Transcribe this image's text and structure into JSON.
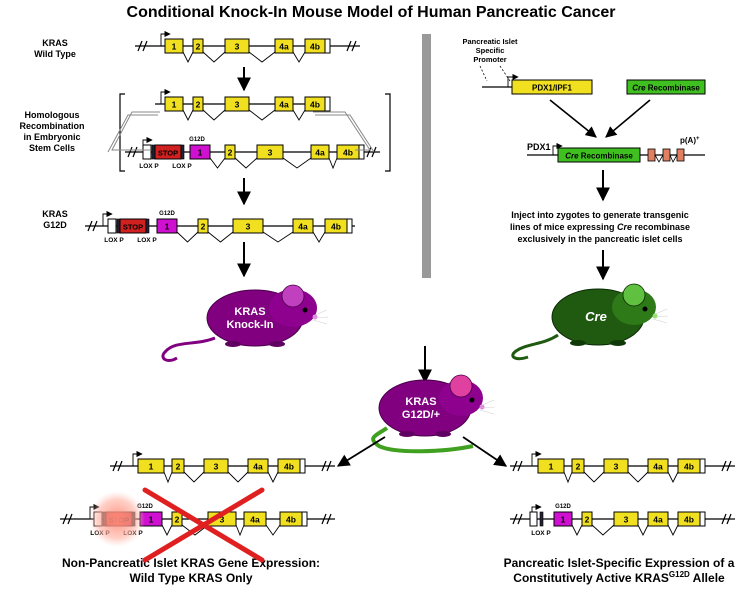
{
  "title": "Conditional Knock-In Mouse Model of Human Pancreatic Cancer",
  "labels": {
    "kras_wild_type": [
      "KRAS",
      "Wild Type"
    ],
    "homologous_recombination": [
      "Homologous",
      "Recombination",
      "in Embryonic",
      "Stem Cells"
    ],
    "kras_g12d": [
      "KRAS",
      "G12D"
    ],
    "promoter": [
      "Pancreatic Islet",
      "Specific",
      "Promoter"
    ],
    "pdx1_ipf1": "PDX1/IPF1",
    "cre_prefix": "Cre",
    "recombinase": " Recombinase",
    "pdx1": "PDX1",
    "polya": "p(A)",
    "polya_sup": "+",
    "inject_text_1": "Inject into zygotes to generate transgenic",
    "inject_text_2_prefix": "lines of mice expressing ",
    "inject_text_2_em": "Cre",
    "inject_text_2_suffix": " recombinase",
    "inject_text_3": "exclusively in the pancreatic islet cells",
    "cross": "X",
    "mouse_knockin": [
      "KRAS",
      "Knock-In"
    ],
    "mouse_cre": "Cre",
    "mouse_het": [
      "KRAS",
      "G12D/+"
    ],
    "stop": "STOP",
    "lox_p": "LOX P",
    "g12d": "G12D",
    "left_caption": [
      "Non-Pancreatic Islet KRAS Gene Expression:",
      "Wild Type KRAS Only"
    ],
    "right_caption_1": "Pancreatic Islet-Specific Expression of a",
    "right_caption_2_prefix": "Constitutively Active KRAS",
    "right_caption_2_sup": "G12D",
    "right_caption_2_suffix": " Allele"
  },
  "exons": [
    "1",
    "2",
    "3",
    "4a",
    "4b"
  ],
  "colors": {
    "exon": "#f0e020",
    "stop": "#d02020",
    "mutant_exon": "#d010d0",
    "cre": "#40c020",
    "pdx_exon": "#e08060",
    "knockin_mouse": "#800080",
    "cre_mouse": "#1f5a10",
    "divider": "#999999",
    "cross_out": "#e02020"
  }
}
